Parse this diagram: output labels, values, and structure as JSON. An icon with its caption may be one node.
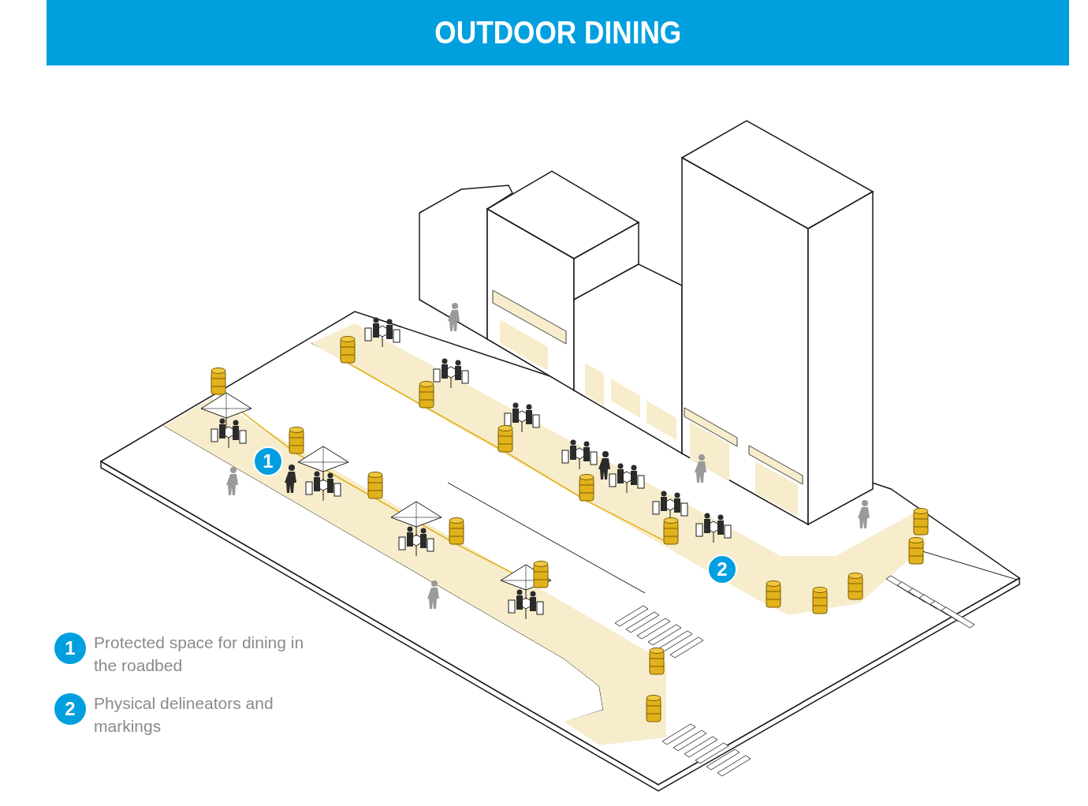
{
  "diagram": {
    "title": "OUTDOOR DINING",
    "labels": [
      "1",
      "2",
      "1",
      "Protected space for dining in the roadbed",
      "2",
      "Physical delineators and markings"
    ]
  }
}
